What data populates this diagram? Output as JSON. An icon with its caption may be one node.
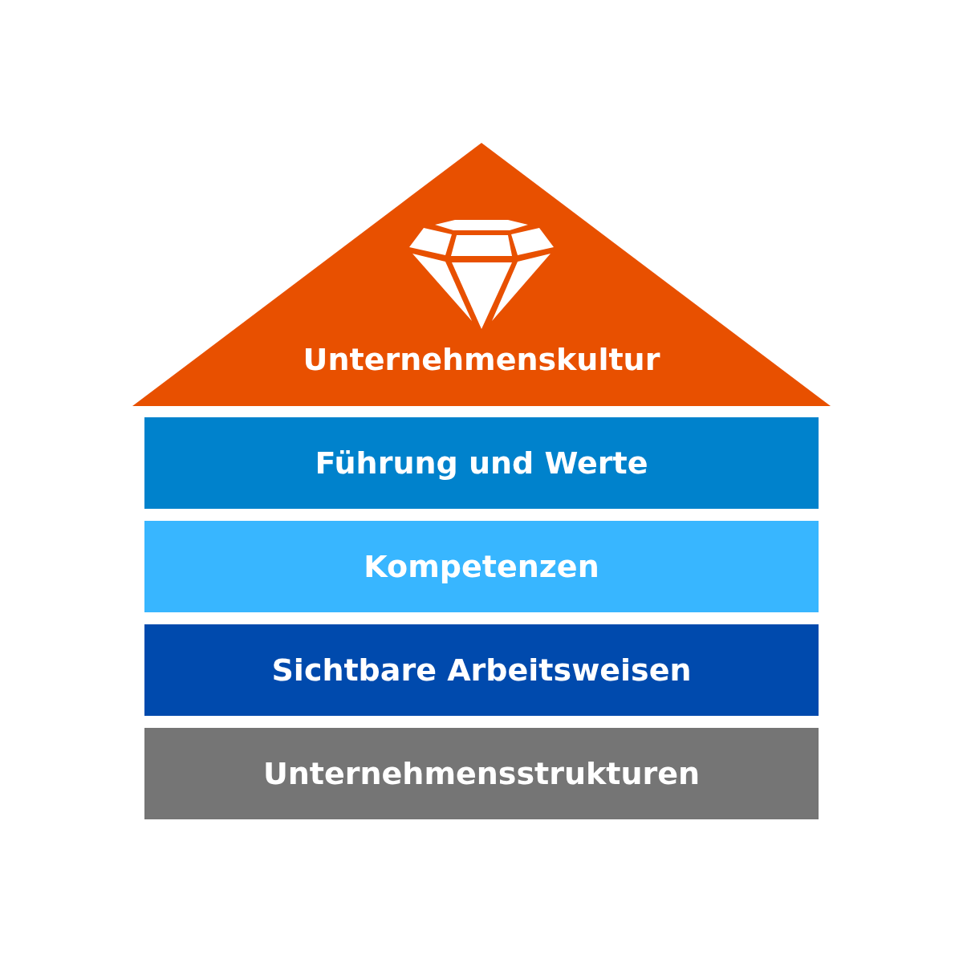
{
  "diagram": {
    "nodes": [
      {
        "text": [
          "Unternehmenskultur"
        ]
      },
      {
        "text": [
          "Führung und Werte"
        ]
      },
      {
        "text": [
          "Kompetenzen"
        ]
      },
      {
        "text": [
          "Sichtbare Arbeitsweisen"
        ]
      },
      {
        "text": [
          "Unternehmensstrukturen"
        ]
      }
    ]
  }
}
